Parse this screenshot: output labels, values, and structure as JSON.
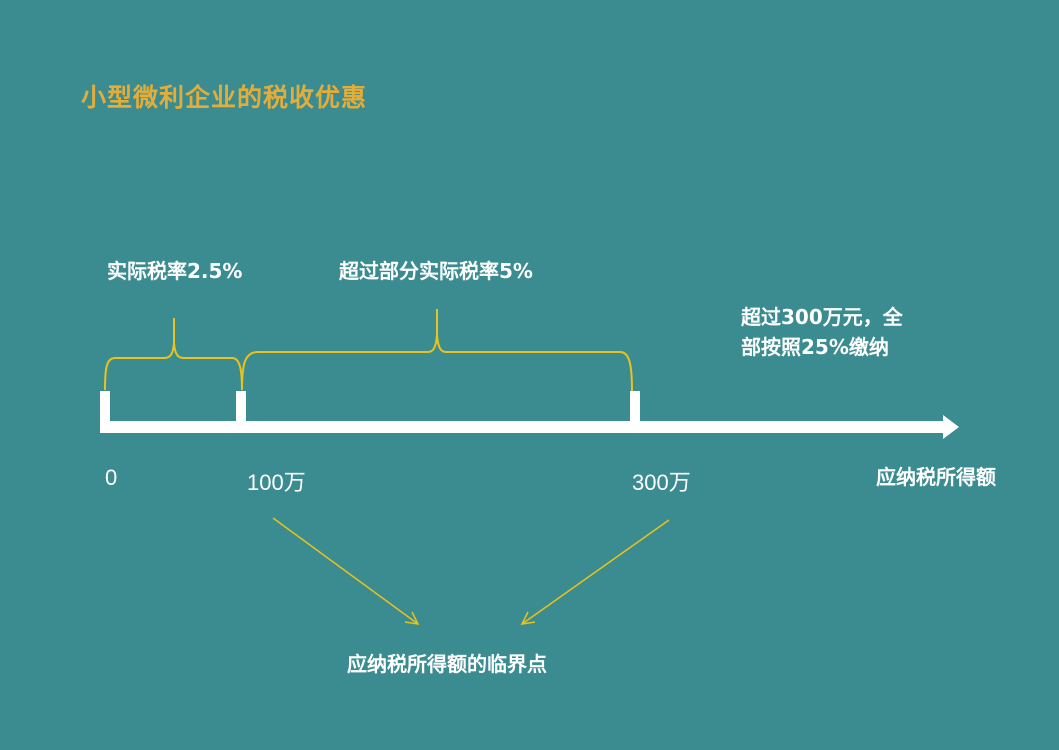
{
  "title": "小型微利企业的税收优惠",
  "brackets": [
    {
      "label": "实际税率2.5%"
    },
    {
      "label": "超过部分实际税率5%"
    }
  ],
  "note": {
    "line1": "超过300万元，全",
    "line2": "部按照25%缴纳"
  },
  "axis": {
    "ticks": [
      "0",
      "100万",
      "300万"
    ],
    "label": "应纳税所得额"
  },
  "threshold_label": "应纳税所得额的临界点",
  "colors": {
    "background": "#3b8c90",
    "title": "#e3ad3a",
    "bracket": "#e8c21e",
    "axis": "#ffffff"
  }
}
